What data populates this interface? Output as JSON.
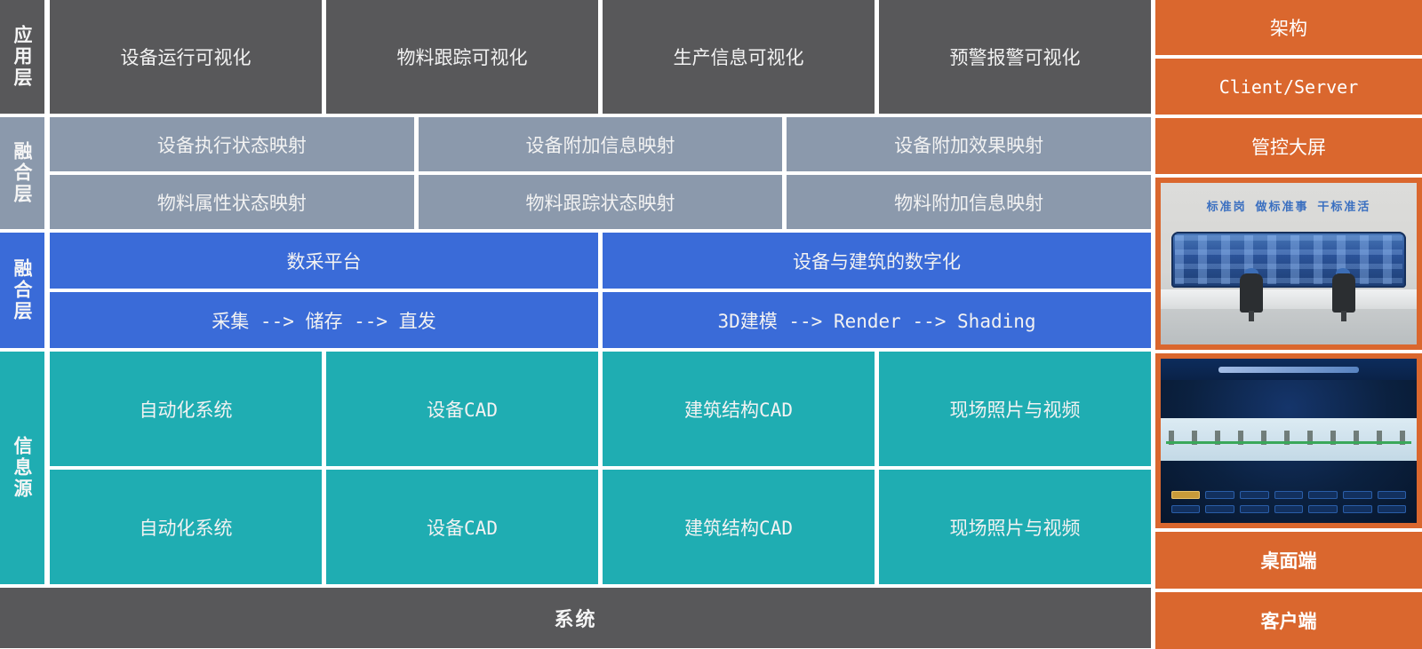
{
  "colors": {
    "application_dark": "#58585a",
    "mapping_gray": "#8b99ac",
    "platform_blue": "#3a6bd8",
    "source_teal": "#1fadb2",
    "accent_orange": "#da672e"
  },
  "application_layer": {
    "label": "应用层",
    "cells": [
      "设备运行可视化",
      "物料跟踪可视化",
      "生产信息可视化",
      "预警报警可视化"
    ]
  },
  "mapping_layer": {
    "label": "融合层",
    "rows": [
      [
        "设备执行状态映射",
        "设备附加信息映射",
        "设备附加效果映射"
      ],
      [
        "物料属性状态映射",
        "物料跟踪状态映射",
        "物料附加信息映射"
      ]
    ]
  },
  "platform_layer": {
    "label": "融合层",
    "rows": [
      [
        "数采平台",
        "设备与建筑的数字化"
      ],
      [
        "采集 --> 储存 --> 直发",
        "3D建模 --> Render --> Shading"
      ]
    ]
  },
  "source_layer": {
    "label": "信息源",
    "rows": [
      [
        "自动化系统",
        "设备CAD",
        "建筑结构CAD",
        "现场照片与视频"
      ],
      [
        "自动化系统",
        "设备CAD",
        "建筑结构CAD",
        "现场照片与视频"
      ]
    ]
  },
  "system_bar": {
    "label": "系统"
  },
  "right_panel": {
    "architecture_label": "架构",
    "client_server_label": "Client/Server",
    "control_screen_label": "管控大屏",
    "desktop_label": "桌面端",
    "client_label": "客户端",
    "control_room_slogan": "标准岗 做标准事 干标准活"
  }
}
